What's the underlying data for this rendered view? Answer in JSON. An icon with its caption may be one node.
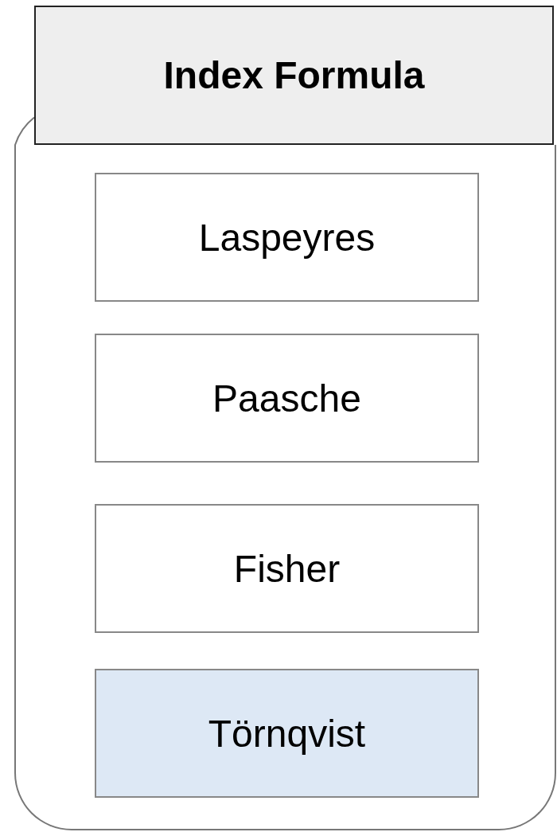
{
  "diagram": {
    "nodes": [
      {
        "text": [
          "Index Formula"
        ]
      },
      {
        "text": [],
        "shape": "box"
      },
      {
        "text": [
          "Laspeyres"
        ],
        "in": 1
      },
      {
        "text": [
          "Paasche"
        ],
        "in": 1
      },
      {
        "text": [
          "Fisher"
        ],
        "in": 1
      },
      {
        "text": [
          "Törnqvist"
        ],
        "in": 1
      }
    ]
  }
}
